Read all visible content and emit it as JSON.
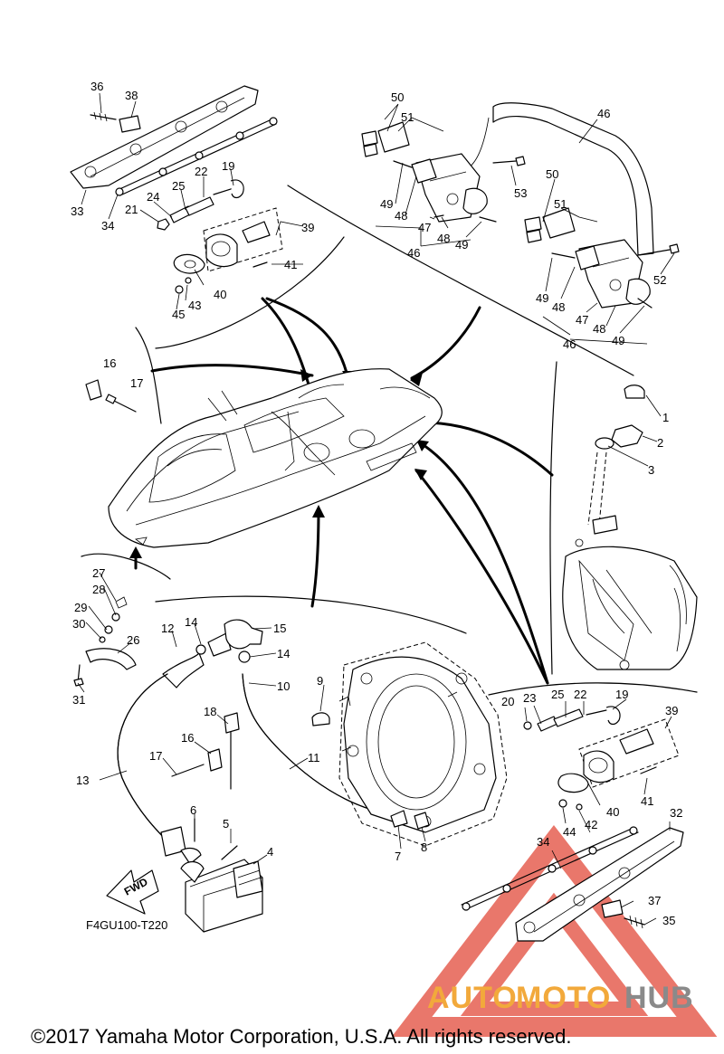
{
  "diagram_code": "F4GU100-T220",
  "copyright": "©2017 Yamaha Motor Corporation, U.S.A. All rights reserved.",
  "fwd_label": "FWD",
  "watermark": {
    "part1": "AUTO",
    "part2": "MOTO",
    "part3": "HUB",
    "color_orange": "#f2a93b",
    "color_gray": "#8a8a8a",
    "color_triangle": "#e24a3a"
  },
  "callouts": {
    "c1": "1",
    "c2": "2",
    "c3": "3",
    "c4": "4",
    "c5": "5",
    "c6": "6",
    "c7": "7",
    "c8": "8",
    "c9": "9",
    "c10": "10",
    "c11": "11",
    "c12": "12",
    "c13": "13",
    "c14a": "14",
    "c14b": "14",
    "c15": "15",
    "c16a": "16",
    "c16b": "16",
    "c17a": "17",
    "c17b": "17",
    "c18": "18",
    "c19a": "19",
    "c19b": "19",
    "c20": "20",
    "c21": "21",
    "c22a": "22",
    "c22b": "22",
    "c23": "23",
    "c24": "24",
    "c25a": "25",
    "c25b": "25",
    "c26": "26",
    "c27": "27",
    "c28": "28",
    "c29": "29",
    "c30": "30",
    "c31": "31",
    "c32": "32",
    "c33": "33",
    "c34a": "34",
    "c34b": "34",
    "c35": "35",
    "c36": "36",
    "c37": "37",
    "c38": "38",
    "c39a": "39",
    "c39b": "39",
    "c40a": "40",
    "c40b": "40",
    "c41a": "41",
    "c41b": "41",
    "c42": "42",
    "c43": "43",
    "c44": "44",
    "c45": "45",
    "c46a": "46",
    "c46b": "46",
    "c46c": "46",
    "c47a": "47",
    "c47b": "47",
    "c48a": "48",
    "c48b": "48",
    "c48c": "48",
    "c48d": "48",
    "c49a": "49",
    "c49b": "49",
    "c49c": "49",
    "c49d": "49",
    "c50a": "50",
    "c50b": "50",
    "c51a": "51",
    "c51b": "51",
    "c52": "52",
    "c53": "53"
  }
}
